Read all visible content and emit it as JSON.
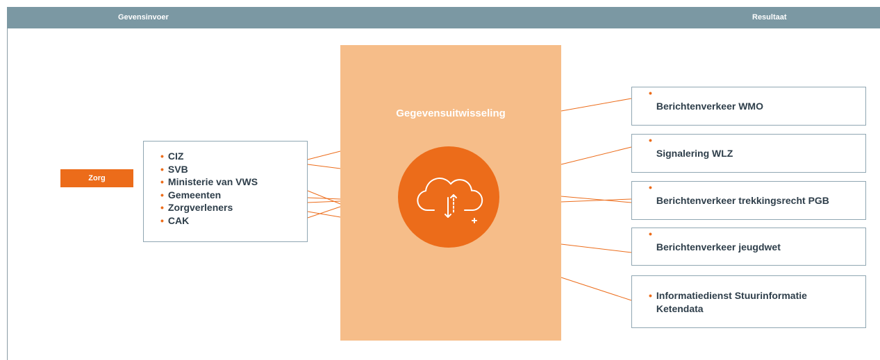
{
  "header": {
    "left_title": "Gevensinvoer",
    "right_title": "Resultaat"
  },
  "zorg_label": "Zorg",
  "sources": [
    "CIZ",
    "SVB",
    "Ministerie van VWS",
    "Gemeenten",
    "Zorgverleners",
    "CAK"
  ],
  "center": {
    "title": "Gegevensuitwisseling",
    "icon": "cloud-transfer-icon"
  },
  "results": [
    "Berichtenverkeer WMO",
    "Signalering WLZ",
    "Berichtenverkeer trekkingsrecht PGB",
    "Berichtenverkeer jeugdwet",
    "Informatiedienst Stuurinformatie Ketendata"
  ],
  "colors": {
    "header": "#7b98a3",
    "accent": "#ec6c1a",
    "panel": "#f6bd89",
    "box_border": "#8fa6b2",
    "text": "#2e3e4a"
  }
}
